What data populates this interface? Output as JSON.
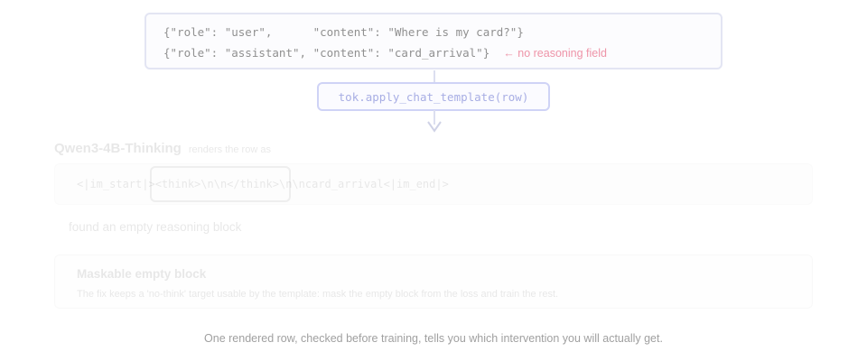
{
  "input_rows": {
    "line_1": "{\"role\": \"user\",      \"content\": \"Where is my card?\"}",
    "line_2": "{\"role\": \"assistant\", \"content\": \"card_arrival\"}",
    "annotation": "← no reasoning field"
  },
  "template_call": "tok.apply_chat_template(row)",
  "model": {
    "name": "Qwen3-4B-Thinking",
    "subtitle": "renders the row as",
    "rendered_prefix": "<|im_start|>",
    "rendered_think": "<think>\\n\\n</think>",
    "rendered_suffix": "\\n\\ncard_arrival<|im_end|>"
  },
  "finding": "found an empty reasoning block",
  "fix": {
    "title": "Maskable empty block",
    "description": "The fix keeps a 'no-think' target usable by the template: mask the empty block from the loss and train the rest."
  },
  "caption": "One rendered row, checked before training, tells you which intervention you will actually get.",
  "colors": {
    "input_border": "#e3e5f3",
    "template_border": "#cfd3f6",
    "template_text": "#a8aee4",
    "annotation": "#ee94a8",
    "code_text": "#909090",
    "caption": "#a0a0a0"
  }
}
